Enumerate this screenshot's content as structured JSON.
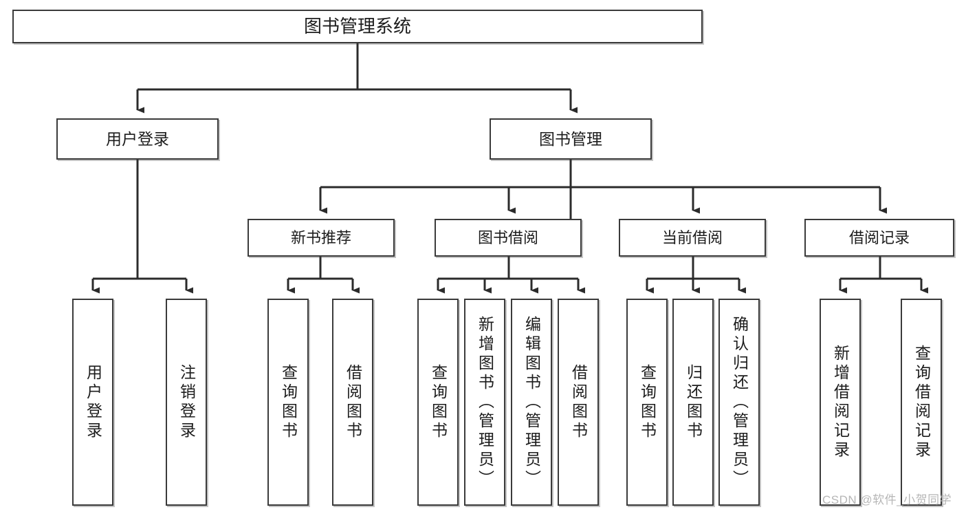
{
  "diagram": {
    "type": "tree",
    "title": "图书管理系统",
    "root": {
      "label": "图书管理系统"
    },
    "level2": [
      {
        "label": "用户登录"
      },
      {
        "label": "图书管理"
      }
    ],
    "level3": [
      {
        "label": "新书推荐"
      },
      {
        "label": "图书借阅"
      },
      {
        "label": "当前借阅"
      },
      {
        "label": "借阅记录"
      }
    ],
    "leaves": [
      {
        "label": "用户登录",
        "parent": "用户登录"
      },
      {
        "label": "注销登录",
        "parent": "用户登录"
      },
      {
        "label": "查询图书",
        "parent": "新书推荐"
      },
      {
        "label": "借阅图书",
        "parent": "新书推荐"
      },
      {
        "label": "查询图书",
        "parent": "图书借阅"
      },
      {
        "label": "新增图书（管理员）",
        "parent": "图书借阅"
      },
      {
        "label": "编辑图书（管理员）",
        "parent": "图书借阅"
      },
      {
        "label": "借阅图书",
        "parent": "图书借阅"
      },
      {
        "label": "查询图书",
        "parent": "当前借阅"
      },
      {
        "label": "归还图书",
        "parent": "当前借阅"
      },
      {
        "label": "确认归还（管理员）",
        "parent": "当前借阅"
      },
      {
        "label": "新增借阅记录",
        "parent": "借阅记录"
      },
      {
        "label": "查询借阅记录",
        "parent": "借阅记录"
      }
    ]
  },
  "watermark": {
    "text": "CSDN @软件_小贺同学"
  },
  "colors": {
    "border": "#3a3a3a",
    "text": "#1c1c1c",
    "background": "#ffffff",
    "watermark": "#b6b6b6"
  }
}
